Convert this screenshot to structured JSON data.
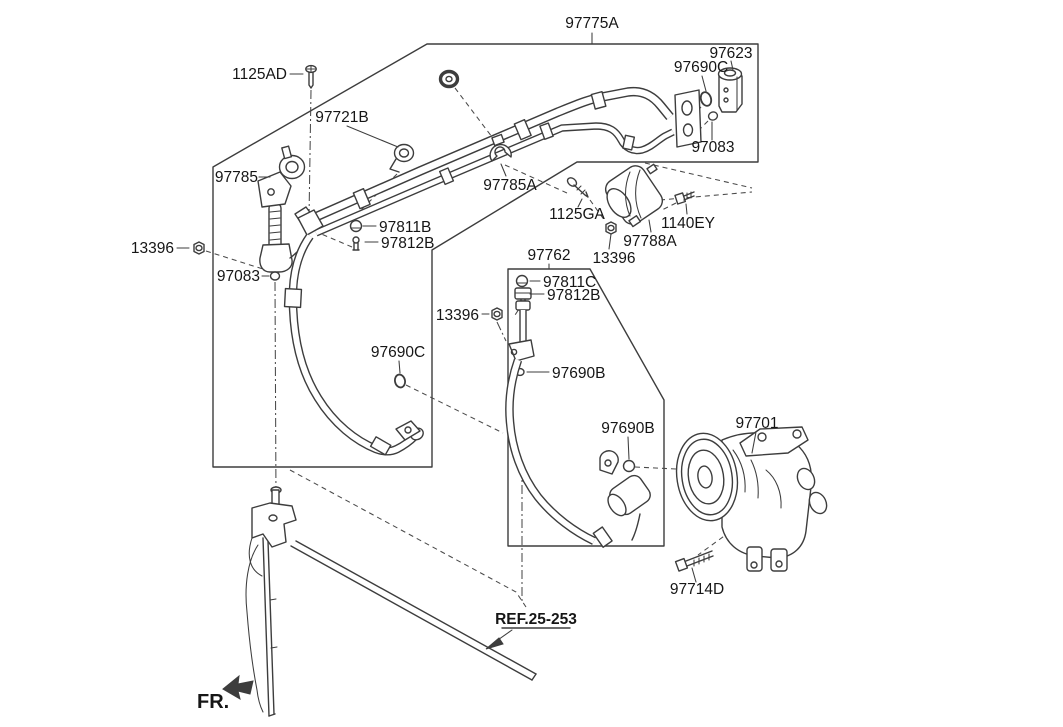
{
  "parts": {
    "tube_assembly": "97775A",
    "screw_small": "1125AD",
    "clamp_upper": "97721B",
    "bracket_pipe": "97785",
    "clamp_lower": "97785A",
    "screw_mount": "1125GA",
    "expansion_valve": "97623",
    "oring_large": "97690C",
    "oring_small": "97083",
    "charge_cap_high": "97811B",
    "valve_core": "97812B",
    "nut_flange": "13396",
    "suction_tube": "97762",
    "charge_cap_low": "97811C",
    "oring_mid": "97690B",
    "valve_cover": "97788A",
    "bolt_flange": "1140EY",
    "compressor": "97701",
    "bolt_long": "97714D",
    "condenser_ref": "REF.25-253",
    "front_marker": "FR."
  }
}
